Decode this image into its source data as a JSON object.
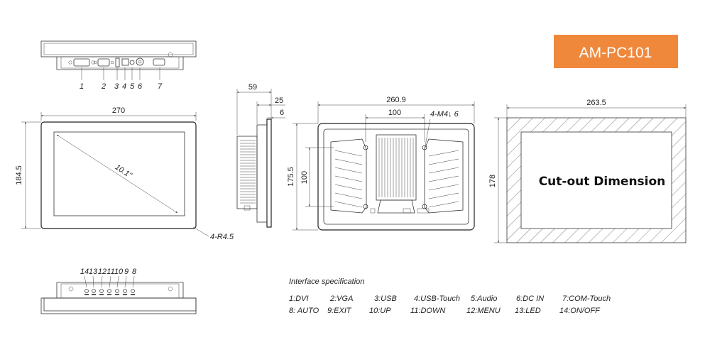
{
  "badge": {
    "model": "AM-PC101",
    "color": "#f0883c"
  },
  "top_view": {
    "port_numbers": [
      "1",
      "2",
      "3",
      "4",
      "5",
      "6",
      "7"
    ]
  },
  "front_view": {
    "width": "270",
    "height": "184.5",
    "diagonal": "10.1\"",
    "corner": "4-R4.5"
  },
  "side_view": {
    "depth": "59",
    "bezel": "25",
    "frame": "6"
  },
  "rear_view": {
    "width": "260.9",
    "height": "175.5",
    "vesa_h": "100",
    "vesa_v": "100",
    "screw": "4-M4↓ 6"
  },
  "cutout": {
    "width": "263.5",
    "height": "178",
    "title": "Cut-out Dimension"
  },
  "bottom_view": {
    "button_numbers": [
      "14",
      "13",
      "12",
      "11",
      "10",
      "9",
      "8"
    ]
  },
  "interface": {
    "title": "Interface specification",
    "row1": [
      "1:DVI",
      "2:VGA",
      "3:USB",
      "4:USB-Touch",
      "5:Audio",
      "6:DC IN",
      "7:COM-Touch"
    ],
    "row2": [
      "8: AUTO",
      "9:EXIT",
      "10:UP",
      "11:DOWN",
      "12:MENU",
      "13:LED",
      "14:ON/OFF"
    ]
  }
}
